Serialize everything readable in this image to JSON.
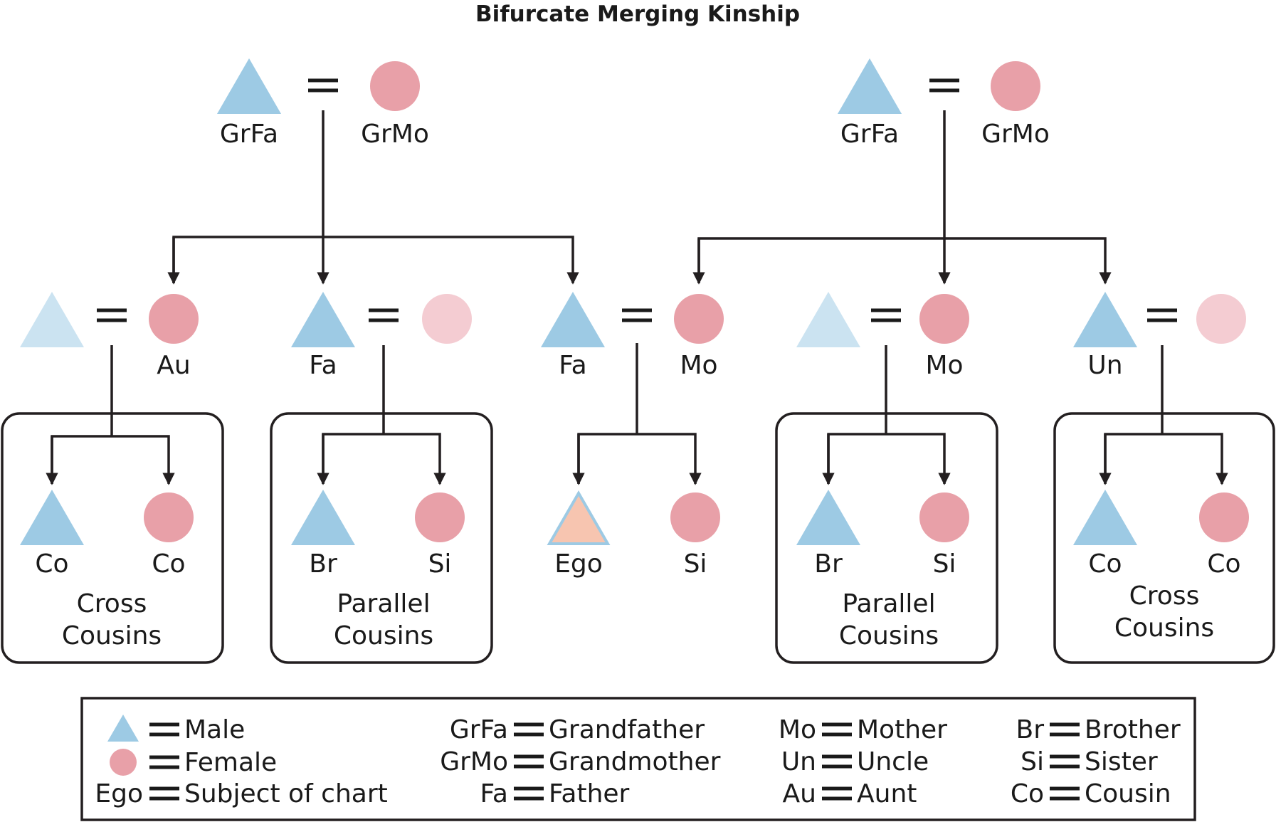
{
  "title": "Bifurcate Merging Kinship",
  "colors": {
    "male": "#9dcae4",
    "female": "#e8a0a8",
    "male_light": "#cbe3f1",
    "female_light": "#f4ccd2",
    "ego_fill": "#f7c5b0",
    "line": "#231f20"
  },
  "marriage_symbol": "=",
  "grandparents_left": {
    "grandfather": "GrFa",
    "grandmother": "GrMo"
  },
  "grandparents_right": {
    "grandfather": "GrFa",
    "grandmother": "GrMo"
  },
  "parents": {
    "aunt": "Au",
    "father": "Fa",
    "father_ego": "Fa",
    "mother_ego": "Mo",
    "mother_sibling": "Mo",
    "uncle": "Un"
  },
  "children": {
    "aunt_children": [
      "Co",
      "Co"
    ],
    "father_sibling_children": [
      "Br",
      "Si"
    ],
    "ego_family": [
      "Ego",
      "Si"
    ],
    "mother_sibling_children": [
      "Br",
      "Si"
    ],
    "uncle_children": [
      "Co",
      "Co"
    ]
  },
  "groups": [
    {
      "line1": "Cross",
      "line2": "Cousins"
    },
    {
      "line1": "Parallel",
      "line2": "Cousins"
    },
    {
      "line1": "Parallel",
      "line2": "Cousins"
    },
    {
      "line1": "Cross",
      "line2": "Cousins"
    }
  ],
  "legend": {
    "symbols": [
      {
        "icon": "triangle-icon",
        "meaning": "Male"
      },
      {
        "icon": "circle-icon",
        "meaning": "Female"
      },
      {
        "key": "Ego",
        "meaning": "Subject of chart"
      }
    ],
    "col2": [
      {
        "key": "GrFa",
        "meaning": "Grandfather"
      },
      {
        "key": "GrMo",
        "meaning": "Grandmother"
      },
      {
        "key": "Fa",
        "meaning": "Father"
      }
    ],
    "col3": [
      {
        "key": "Mo",
        "meaning": "Mother"
      },
      {
        "key": "Un",
        "meaning": "Uncle"
      },
      {
        "key": "Au",
        "meaning": "Aunt"
      }
    ],
    "col4": [
      {
        "key": "Br",
        "meaning": "Brother"
      },
      {
        "key": "Si",
        "meaning": "Sister"
      },
      {
        "key": "Co",
        "meaning": "Cousin"
      }
    ]
  }
}
